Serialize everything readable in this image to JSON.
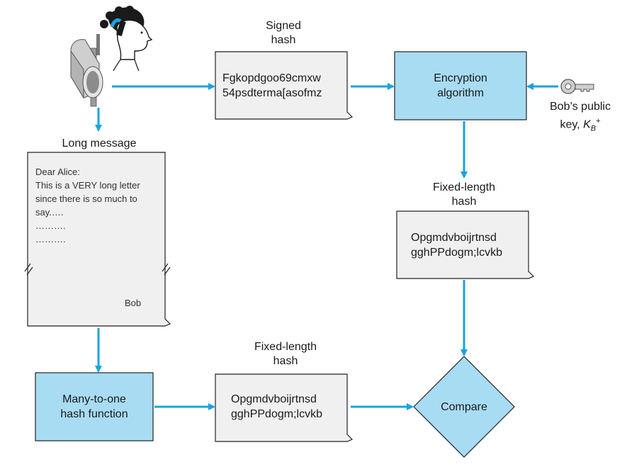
{
  "labels": {
    "signed_hash": [
      "Signed",
      "hash"
    ],
    "long_message": "Long message",
    "fixed_length_hash_top": [
      "Fixed-length",
      "hash"
    ],
    "fixed_length_hash_bottom": [
      "Fixed-length",
      "hash"
    ],
    "bobs_public_key": {
      "line1": "Bob’s public",
      "line2_prefix": "key, ",
      "var": "K",
      "subscript": "B",
      "superscript": "+"
    }
  },
  "documents": {
    "signed_hash": [
      "Fgkopdgoo69cmxw",
      "54psdterma[asofmz"
    ],
    "fixed_hash_right": [
      "Opgmdvboijrtnsd",
      "gghPPdogm;lcvkb"
    ],
    "fixed_hash_bottom": [
      "Opgmdvboijrtnsd",
      "gghPPdogm;lcvkb"
    ]
  },
  "letter": {
    "lines": [
      "Dear Alice:",
      "This is a VERY long letter",
      "since there is so much to",
      "say.….",
      "……….",
      "………."
    ],
    "signature": "Bob"
  },
  "boxes": {
    "encryption": [
      "Encryption",
      "algorithm"
    ],
    "hash_function": [
      "Many-to-one",
      "hash function"
    ],
    "compare": "Compare"
  },
  "colors": {
    "box_fill": "#a8dcf3",
    "arrow": "#1aa3e0",
    "doc_fill": "#f0f0f0",
    "stroke": "#222222"
  },
  "icons": [
    "alice-icon",
    "mailbox-icon",
    "key-icon"
  ]
}
